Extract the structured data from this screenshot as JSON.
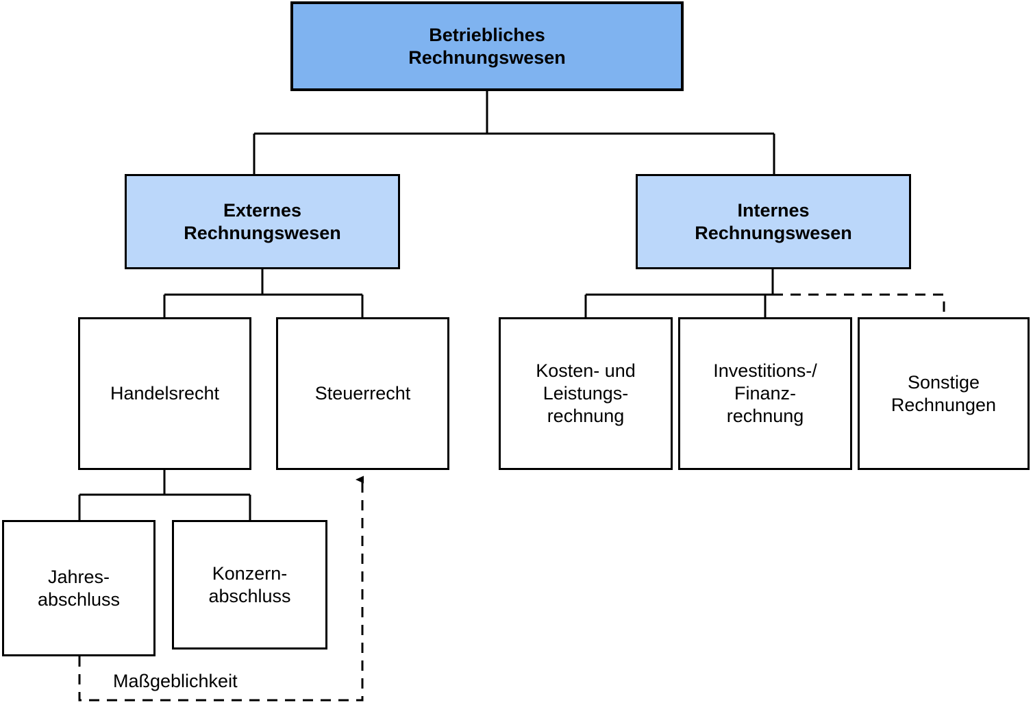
{
  "diagram": {
    "title": "Betriebliches Rechnungswesen",
    "type": "hierarchy-tree",
    "colors": {
      "root_fill": "#7FB3F0",
      "level1_fill": "#BBD7FA",
      "leaf_fill": "#FFFFFF",
      "stroke": "#000000",
      "background": "#FFFFFF"
    },
    "nodes": {
      "root": {
        "label": "Betriebliches\nRechnungswesen",
        "level": 0
      },
      "externes": {
        "label": "Externes\nRechnungswesen",
        "level": 1
      },
      "internes": {
        "label": "Internes\nRechnungswesen",
        "level": 1
      },
      "handelsrecht": {
        "label": "Handelsrecht",
        "level": 2
      },
      "steuerrecht": {
        "label": "Steuerrecht",
        "level": 2
      },
      "kosten_leistung": {
        "label": "Kosten- und\nLeistungs-\nrechnung",
        "level": 2
      },
      "investition_finanz": {
        "label": "Investitions-/\nFinanz-\nrechnung",
        "level": 2
      },
      "sonstige": {
        "label": "Sonstige\nRechnungen",
        "level": 2
      },
      "jahresabschluss": {
        "label": "Jahres-\nabschluss",
        "level": 3
      },
      "konzernabschluss": {
        "label": "Konzern-\nabschluss",
        "level": 3
      }
    },
    "edges": [
      {
        "from": "root",
        "to": "externes",
        "style": "solid"
      },
      {
        "from": "root",
        "to": "internes",
        "style": "solid"
      },
      {
        "from": "externes",
        "to": "handelsrecht",
        "style": "solid"
      },
      {
        "from": "externes",
        "to": "steuerrecht",
        "style": "solid"
      },
      {
        "from": "internes",
        "to": "kosten_leistung",
        "style": "solid"
      },
      {
        "from": "internes",
        "to": "investition_finanz",
        "style": "solid"
      },
      {
        "from": "internes",
        "to": "sonstige",
        "style": "dashed"
      },
      {
        "from": "handelsrecht",
        "to": "jahresabschluss",
        "style": "solid"
      },
      {
        "from": "handelsrecht",
        "to": "konzernabschluss",
        "style": "solid"
      },
      {
        "from": "jahresabschluss",
        "to": "steuerrecht",
        "style": "dashed",
        "arrow": true,
        "label": "Maßgeblichkeit"
      }
    ],
    "edge_labels": {
      "massgeblichkeit": "Maßgeblichkeit"
    }
  }
}
